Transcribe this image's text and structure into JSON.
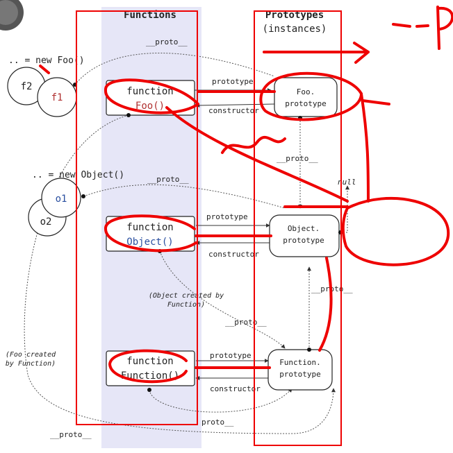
{
  "headers": {
    "functions": "Functions",
    "prototypes": "Prototypes",
    "instances": "(instances)"
  },
  "nodes": {
    "foo_fn": {
      "line1": "function",
      "line2": "Foo()"
    },
    "object_fn": {
      "line1": "function",
      "line2": "Object()"
    },
    "function_fn": {
      "line1": "function",
      "line2": "Function()"
    },
    "foo_proto": {
      "line1": "Foo.",
      "line2": "prototype"
    },
    "object_proto": {
      "line1": "Object.",
      "line2": "prototype"
    },
    "function_proto": {
      "line1": "Function.",
      "line2": "prototype"
    },
    "f1": "f1",
    "f2": "f2",
    "o1": "o1",
    "o2": "o2",
    "null": "null"
  },
  "labels": {
    "new_foo": ".. = new Foo()",
    "new_object": ".. = new Object()",
    "proto": "__proto__",
    "prototype": "prototype",
    "constructor": "constructor",
    "obj_created_1": "(Object created by",
    "obj_created_2": "Function)",
    "foo_created_1": "(Foo created",
    "foo_created_2": "by Function)",
    "proto_bottom": "proto__"
  },
  "colors": {
    "band": "#e6e6f7",
    "annotation": "#e00000",
    "foo_text": "#b03030",
    "object_text": "#2a4fa0"
  }
}
